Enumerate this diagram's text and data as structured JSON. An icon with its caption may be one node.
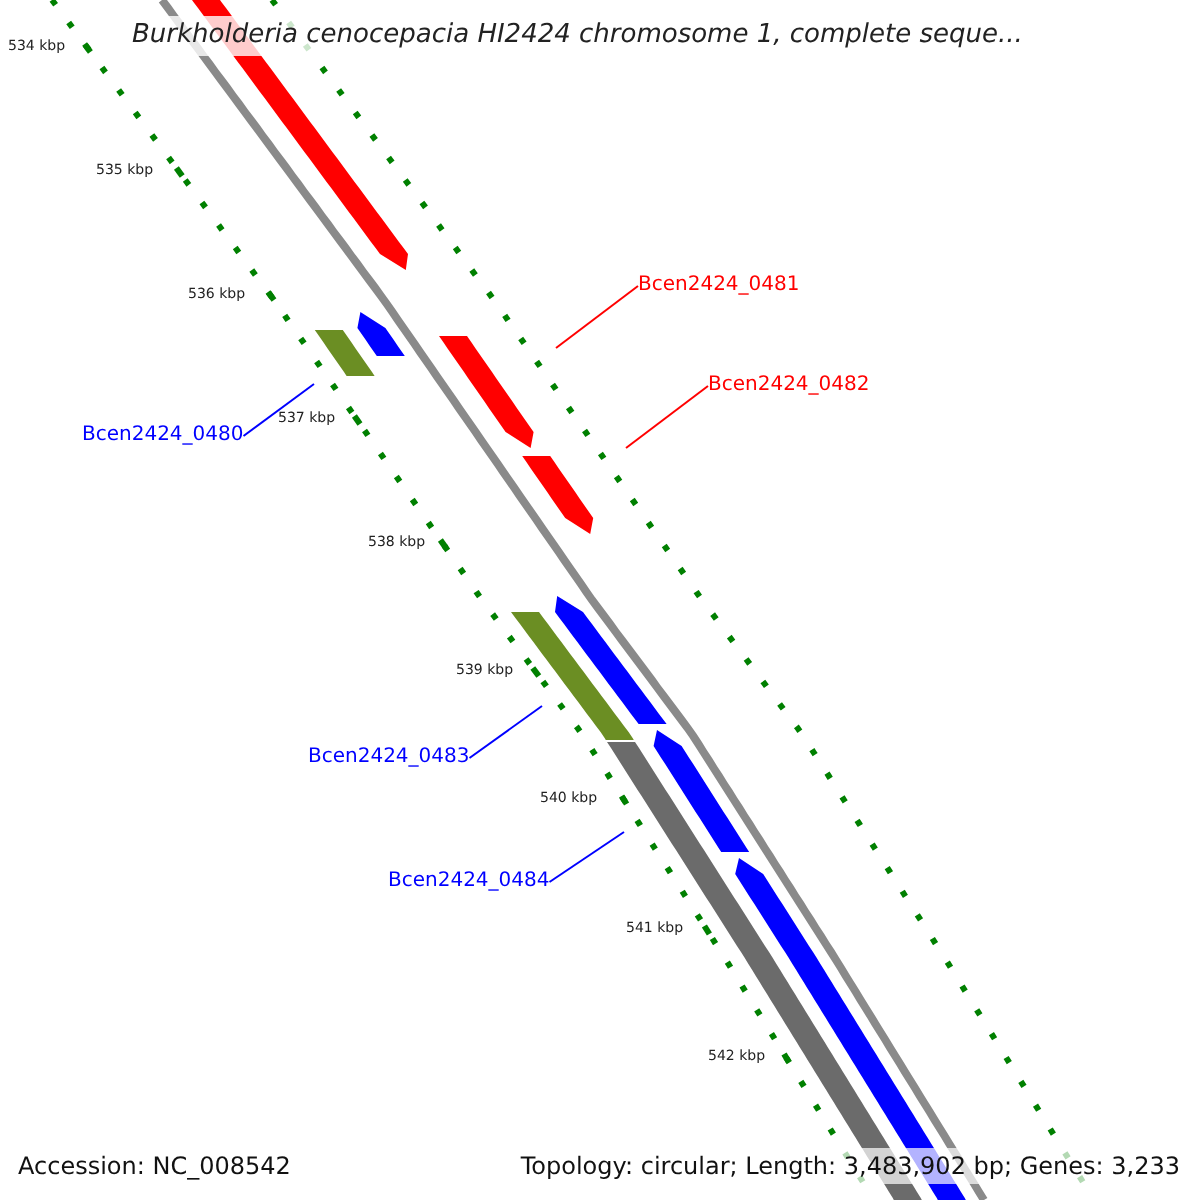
{
  "diagram": {
    "title": "Burkholderia cenocepacia HI2424 chromosome 1, complete seque...",
    "nodes": [
      {
        "text": [
          "Bcen2424_0481"
        ]
      },
      {
        "text": [
          "Bcen2424_0482"
        ]
      },
      {
        "text": [
          "Bcen2424_0480"
        ]
      },
      {
        "text": [
          "Bcen2424_0483"
        ]
      },
      {
        "text": [
          "Bcen2424_0484"
        ]
      }
    ],
    "edges": [
      {
        "from": 0,
        "to": null,
        "arrow": "none",
        "color": "#ff0000"
      },
      {
        "from": 1,
        "to": null,
        "arrow": "none",
        "color": "#ff0000"
      },
      {
        "from": 2,
        "to": null,
        "arrow": "none"
      },
      {
        "from": 3,
        "to": null,
        "arrow": "none"
      },
      {
        "from": 4,
        "to": null,
        "arrow": "none"
      }
    ],
    "labels": [
      "534 kbp",
      "535 kbp",
      "536 kbp",
      "537 kbp",
      "538 kbp",
      "539 kbp",
      "540 kbp",
      "541 kbp",
      "542 kbp",
      "Accession: NC_008542",
      "Topology: circular; Length: 3,483,902 bp; Genes: 3,233"
    ]
  }
}
